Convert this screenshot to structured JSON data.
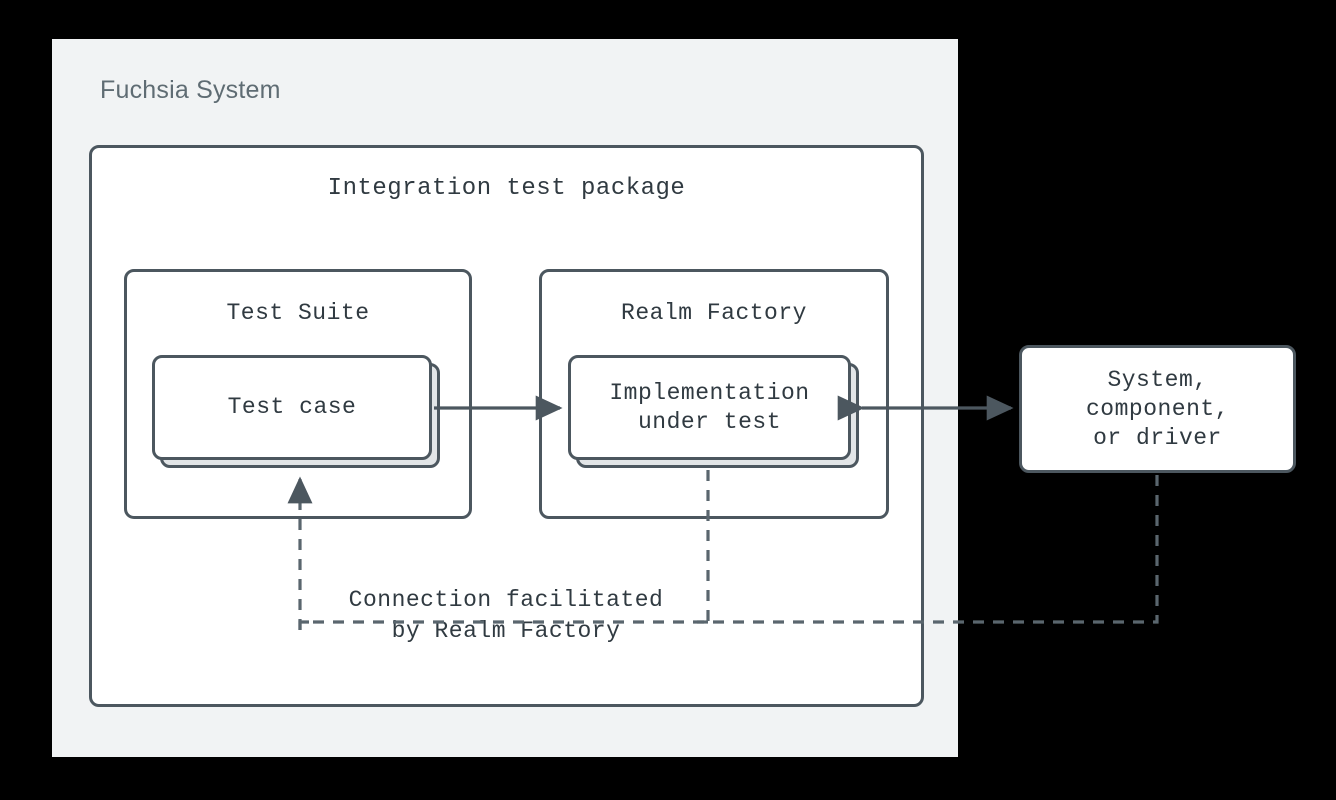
{
  "diagram": {
    "title": "Fuchsia System",
    "background_color": "#000000",
    "panel_color": "#F1F3F4",
    "line_color": "#4C575F",
    "text_color": "#303A41",
    "muted_text_color": "#5F6C73",
    "card_shadow_color": "#E2E5E7"
  },
  "outer_panel": {
    "label": "Fuchsia System"
  },
  "package_box": {
    "label": "Integration test package"
  },
  "groups": [
    {
      "id": "test-suite",
      "label": "Test Suite",
      "card": {
        "id": "test-case",
        "label": "Test case",
        "stacked": true
      }
    },
    {
      "id": "realm-factory",
      "label": "Realm Factory",
      "card": {
        "id": "implementation-under-test",
        "label": "Implementation\nunder test",
        "stacked": true
      }
    }
  ],
  "external": {
    "id": "system-component-driver",
    "label": "System,\ncomponent,\nor driver"
  },
  "caption": {
    "label": "Connection facilitated\nby Realm Factory"
  },
  "connectors": [
    {
      "id": "test-case-to-implementation",
      "from": "test-case",
      "to": "implementation-under-test",
      "style": "solid",
      "arrows": "end"
    },
    {
      "id": "implementation-to-system",
      "from": "implementation-under-test",
      "to": "system-component-driver",
      "style": "solid",
      "arrows": "both"
    },
    {
      "id": "facilitated-connection",
      "from": "system-component-driver",
      "to": "test-case",
      "style": "dashed",
      "arrows": "end",
      "note": "Connection facilitated by Realm Factory"
    },
    {
      "id": "implementation-dashed-drop",
      "from": "implementation-under-test",
      "to": "facilitated-connection",
      "style": "dashed",
      "arrows": "none"
    }
  ]
}
